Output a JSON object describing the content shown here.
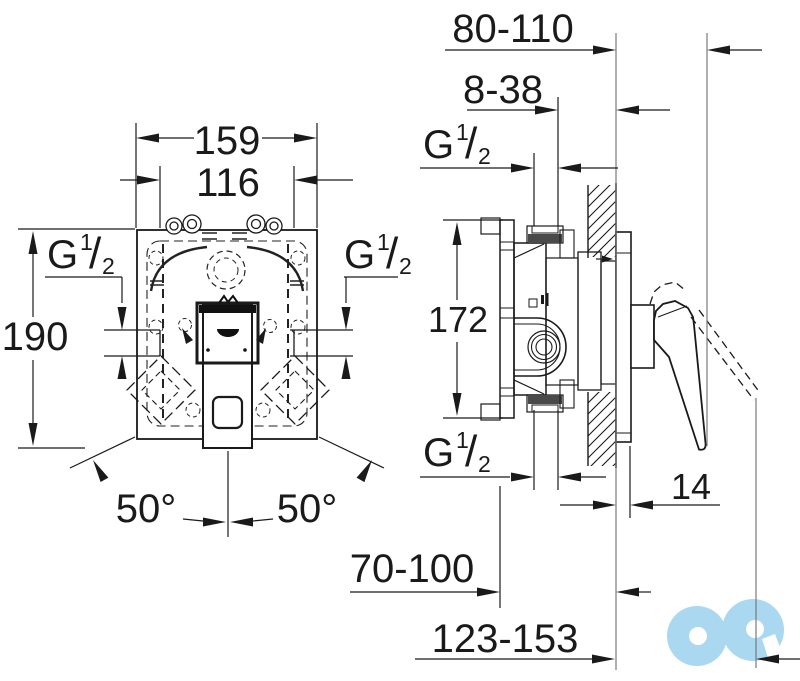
{
  "labels": {
    "front": {
      "width_outer": "159",
      "width_inner": "116",
      "height": "190",
      "angle_left": "50°",
      "angle_right": "50°"
    },
    "side": {
      "depth_range": "80-110",
      "finish_range": "8-38",
      "body_height": "172",
      "plate_offset": "14",
      "depth_min_range": "70-100",
      "depth_total_range": "123-153"
    },
    "g_half": {
      "g": "G",
      "num": "1",
      "slash": "/",
      "den": "2"
    }
  },
  "colors": {
    "line": "#1a1a1a",
    "extension_line": "#7a7a7a",
    "watermark": "#a9d8f0"
  }
}
